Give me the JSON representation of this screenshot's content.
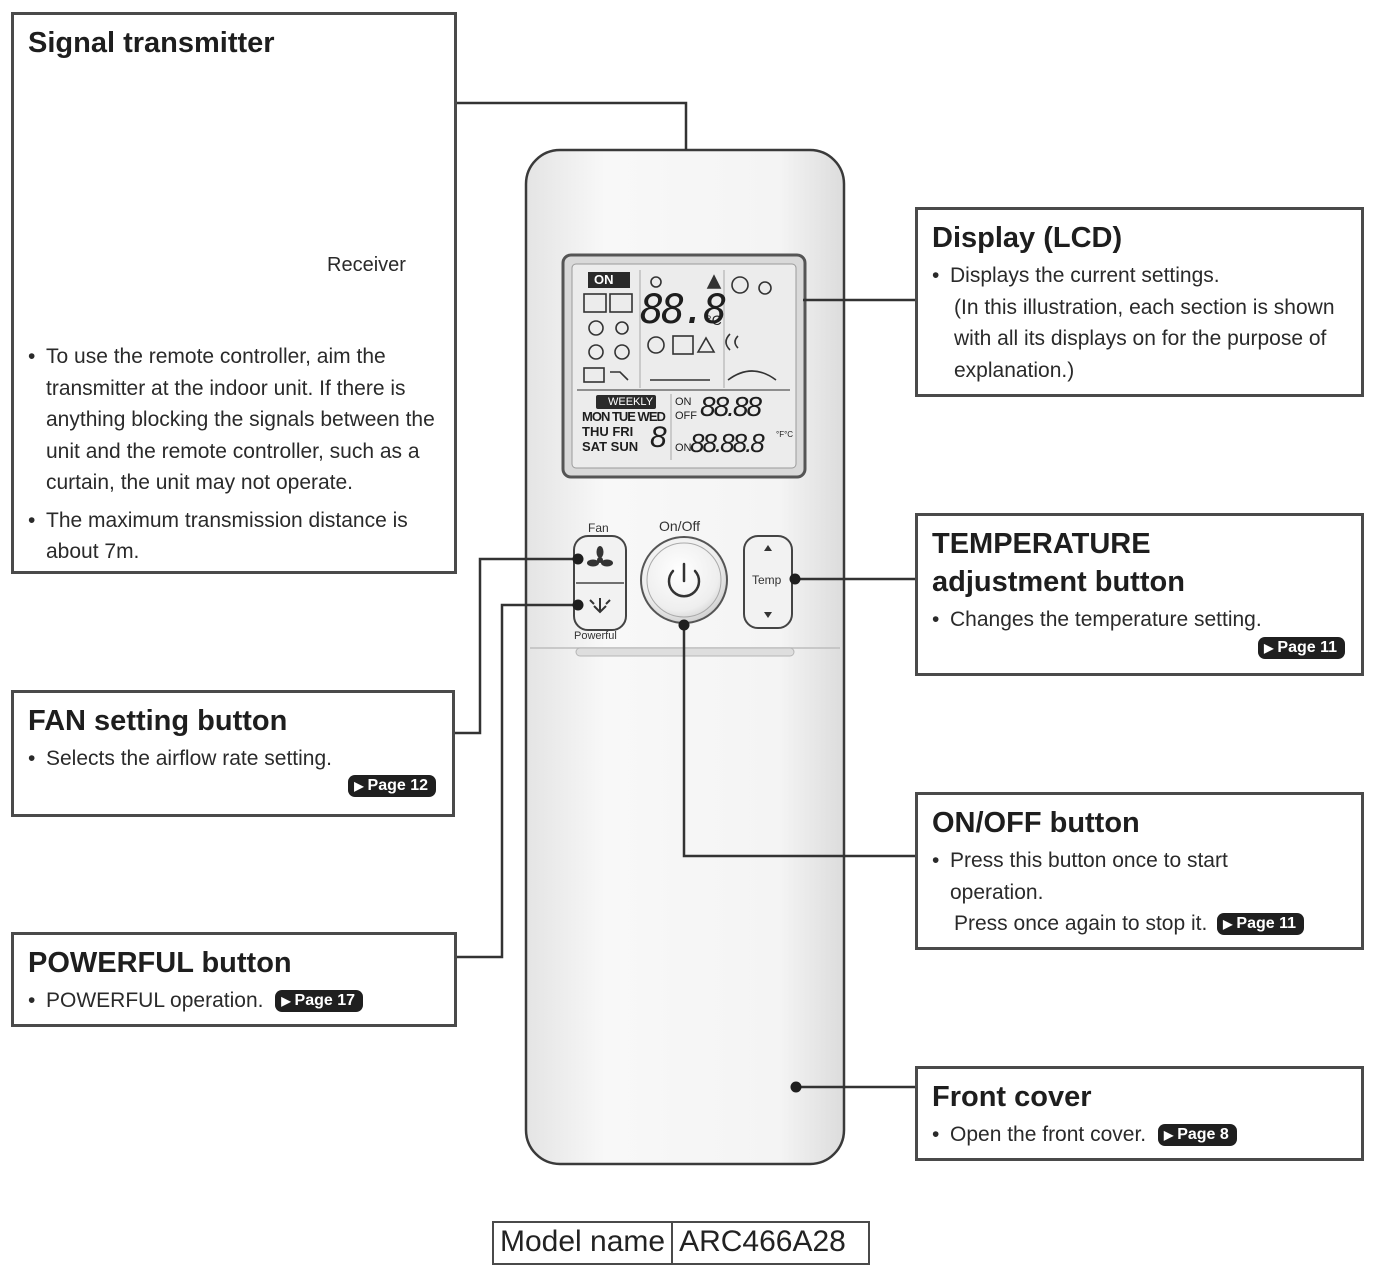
{
  "signal": {
    "title": "Signal transmitter",
    "receiver": "Receiver",
    "bullet1": "To use the remote controller, aim the transmitter at the indoor unit. If there is anything blocking the signals between the unit and the remote controller, such as a curtain, the unit may not operate.",
    "bullet2": "The maximum transmission distance is about 7m."
  },
  "display": {
    "title": "Display (LCD)",
    "bullet1": "Displays the current settings.",
    "bullet1_note": "(In this illustration, each section is shown with all its displays on for the purpose of explanation.)"
  },
  "temperature": {
    "title_line1": "TEMPERATURE",
    "title_line2": "adjustment button",
    "bullet1": "Changes the temperature setting.",
    "page": "Page 11"
  },
  "fan": {
    "title": "FAN setting button",
    "bullet1": "Selects the airflow rate setting.",
    "page": "Page 12"
  },
  "onoff": {
    "title": "ON/OFF button",
    "bullet1": "Press this button once to start operation.",
    "bullet1_line2": "Press once again to stop it.",
    "page": "Page 11"
  },
  "powerful": {
    "title": "POWERFUL button",
    "bullet1": "POWERFUL operation.",
    "page": "Page 17"
  },
  "front": {
    "title": "Front cover",
    "bullet1": "Open the front cover.",
    "page": "Page 8"
  },
  "remote": {
    "btn_fan": "Fan",
    "btn_onoff": "On/Off",
    "btn_temp": "Temp",
    "btn_powerful": "Powerful",
    "lcd": {
      "on": "ON",
      "digits_big": "88.8",
      "unit_c": "°C",
      "weekly": "WEEKLY",
      "days1": "MON TUE WED",
      "days2": "THU FRI",
      "days3": "SAT SUN",
      "day_digit": "8",
      "timer_on": "ON",
      "timer_off": "OFF",
      "time1": "88.88",
      "time2": "88.88.8",
      "unit_fc": "°F°C"
    }
  },
  "model": {
    "label": "Model name",
    "value": "ARC466A28"
  },
  "colors": {
    "border": "#4a4a4a",
    "badge": "#1f1f1f",
    "remote_body": "#f3f3f3"
  }
}
